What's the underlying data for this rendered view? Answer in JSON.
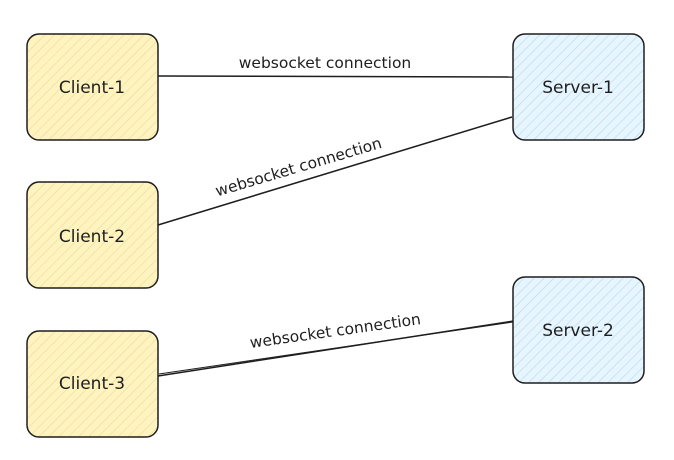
{
  "colors": {
    "client_fill": "#fff3bf",
    "client_hatch": "#ecdc96",
    "server_fill": "#e7f5ff",
    "server_hatch": "#b6d8ee",
    "stroke": "#1e1e1e"
  },
  "nodes": {
    "client1": {
      "label": "Client-1"
    },
    "client2": {
      "label": "Client-2"
    },
    "client3": {
      "label": "Client-3"
    },
    "server1": {
      "label": "Server-1"
    },
    "server2": {
      "label": "Server-2"
    }
  },
  "edges": {
    "client1_server1": {
      "label": "websocket connection"
    },
    "client2_server1": {
      "label": "websocket connection"
    },
    "client3_server2": {
      "label": "websocket connection"
    }
  }
}
